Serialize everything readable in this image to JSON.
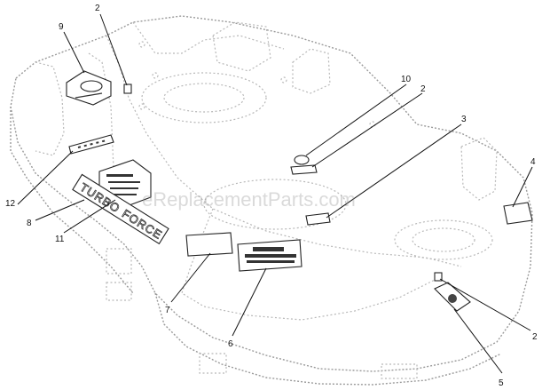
{
  "watermark": "eReplacementParts.com",
  "callouts": [
    {
      "id": "1",
      "label": "9"
    },
    {
      "id": "2",
      "label": "2"
    },
    {
      "id": "3",
      "label": "10"
    },
    {
      "id": "4",
      "label": "2"
    },
    {
      "id": "5",
      "label": "3"
    },
    {
      "id": "6",
      "label": "4"
    },
    {
      "id": "7",
      "label": "12"
    },
    {
      "id": "8",
      "label": "8"
    },
    {
      "id": "9",
      "label": "11"
    },
    {
      "id": "10",
      "label": "7"
    },
    {
      "id": "11",
      "label": "6"
    },
    {
      "id": "12",
      "label": "2"
    },
    {
      "id": "13",
      "label": "5"
    }
  ],
  "decal_text": {
    "turbo": "TURBO",
    "force": "FORCE"
  }
}
